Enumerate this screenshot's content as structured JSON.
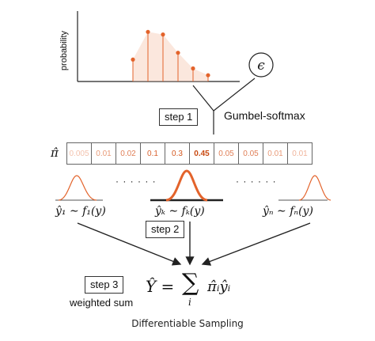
{
  "top_chart": {
    "ylabel": "probability",
    "stems": [
      0.42,
      0.95,
      0.9,
      0.55,
      0.25,
      0.12
    ],
    "epsilon": "ϵ"
  },
  "step1": {
    "label": "step 1",
    "caption": "Gumbel-softmax"
  },
  "pi_vector": {
    "symbol": "π̂",
    "cells": [
      {
        "value": "0.005",
        "color": "#f3c2ad",
        "bold": false
      },
      {
        "value": "0.01",
        "color": "#e89a78",
        "bold": false
      },
      {
        "value": "0.02",
        "color": "#e07f57",
        "bold": false
      },
      {
        "value": "0.1",
        "color": "#d9622f",
        "bold": false
      },
      {
        "value": "0.3",
        "color": "#d4581f",
        "bold": false
      },
      {
        "value": "0.45",
        "color": "#c94a12",
        "bold": true
      },
      {
        "value": "0.05",
        "color": "#e07f57",
        "bold": false
      },
      {
        "value": "0.05",
        "color": "#e07f57",
        "bold": false
      },
      {
        "value": "0.01",
        "color": "#e89a78",
        "bold": false
      },
      {
        "value": "0.01",
        "color": "#f0b49b",
        "bold": false
      }
    ]
  },
  "dots": "· · · · · ·",
  "samples": [
    {
      "label": "ŷ₁ ∼ f₁(y)"
    },
    {
      "label": "ŷₖ ∼ fₖ(y)"
    },
    {
      "label": "ŷₙ ∼ fₙ(y)"
    }
  ],
  "step2": {
    "label": "step 2"
  },
  "step3": {
    "label": "step 3",
    "caption": "weighted sum"
  },
  "formula": {
    "lhs": "Ŷ =",
    "sum": "∑",
    "sub": "i",
    "rhs": "π̂ᵢŷᵢ"
  },
  "figure_caption": "Differentiable Sampling",
  "colors": {
    "accent": "#e3632b",
    "accent_light": "#f7c9b3",
    "line": "#222222"
  }
}
